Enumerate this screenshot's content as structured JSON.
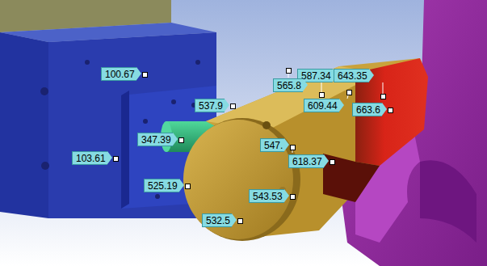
{
  "diagram": {
    "labels": [
      "100.67",
      "587.34",
      "643.35",
      "537.9",
      "565.8",
      "609.44",
      "663.6",
      "347.39",
      "547.",
      "618.37",
      "103.61",
      "525.19",
      "543.53",
      "532.5"
    ]
  }
}
